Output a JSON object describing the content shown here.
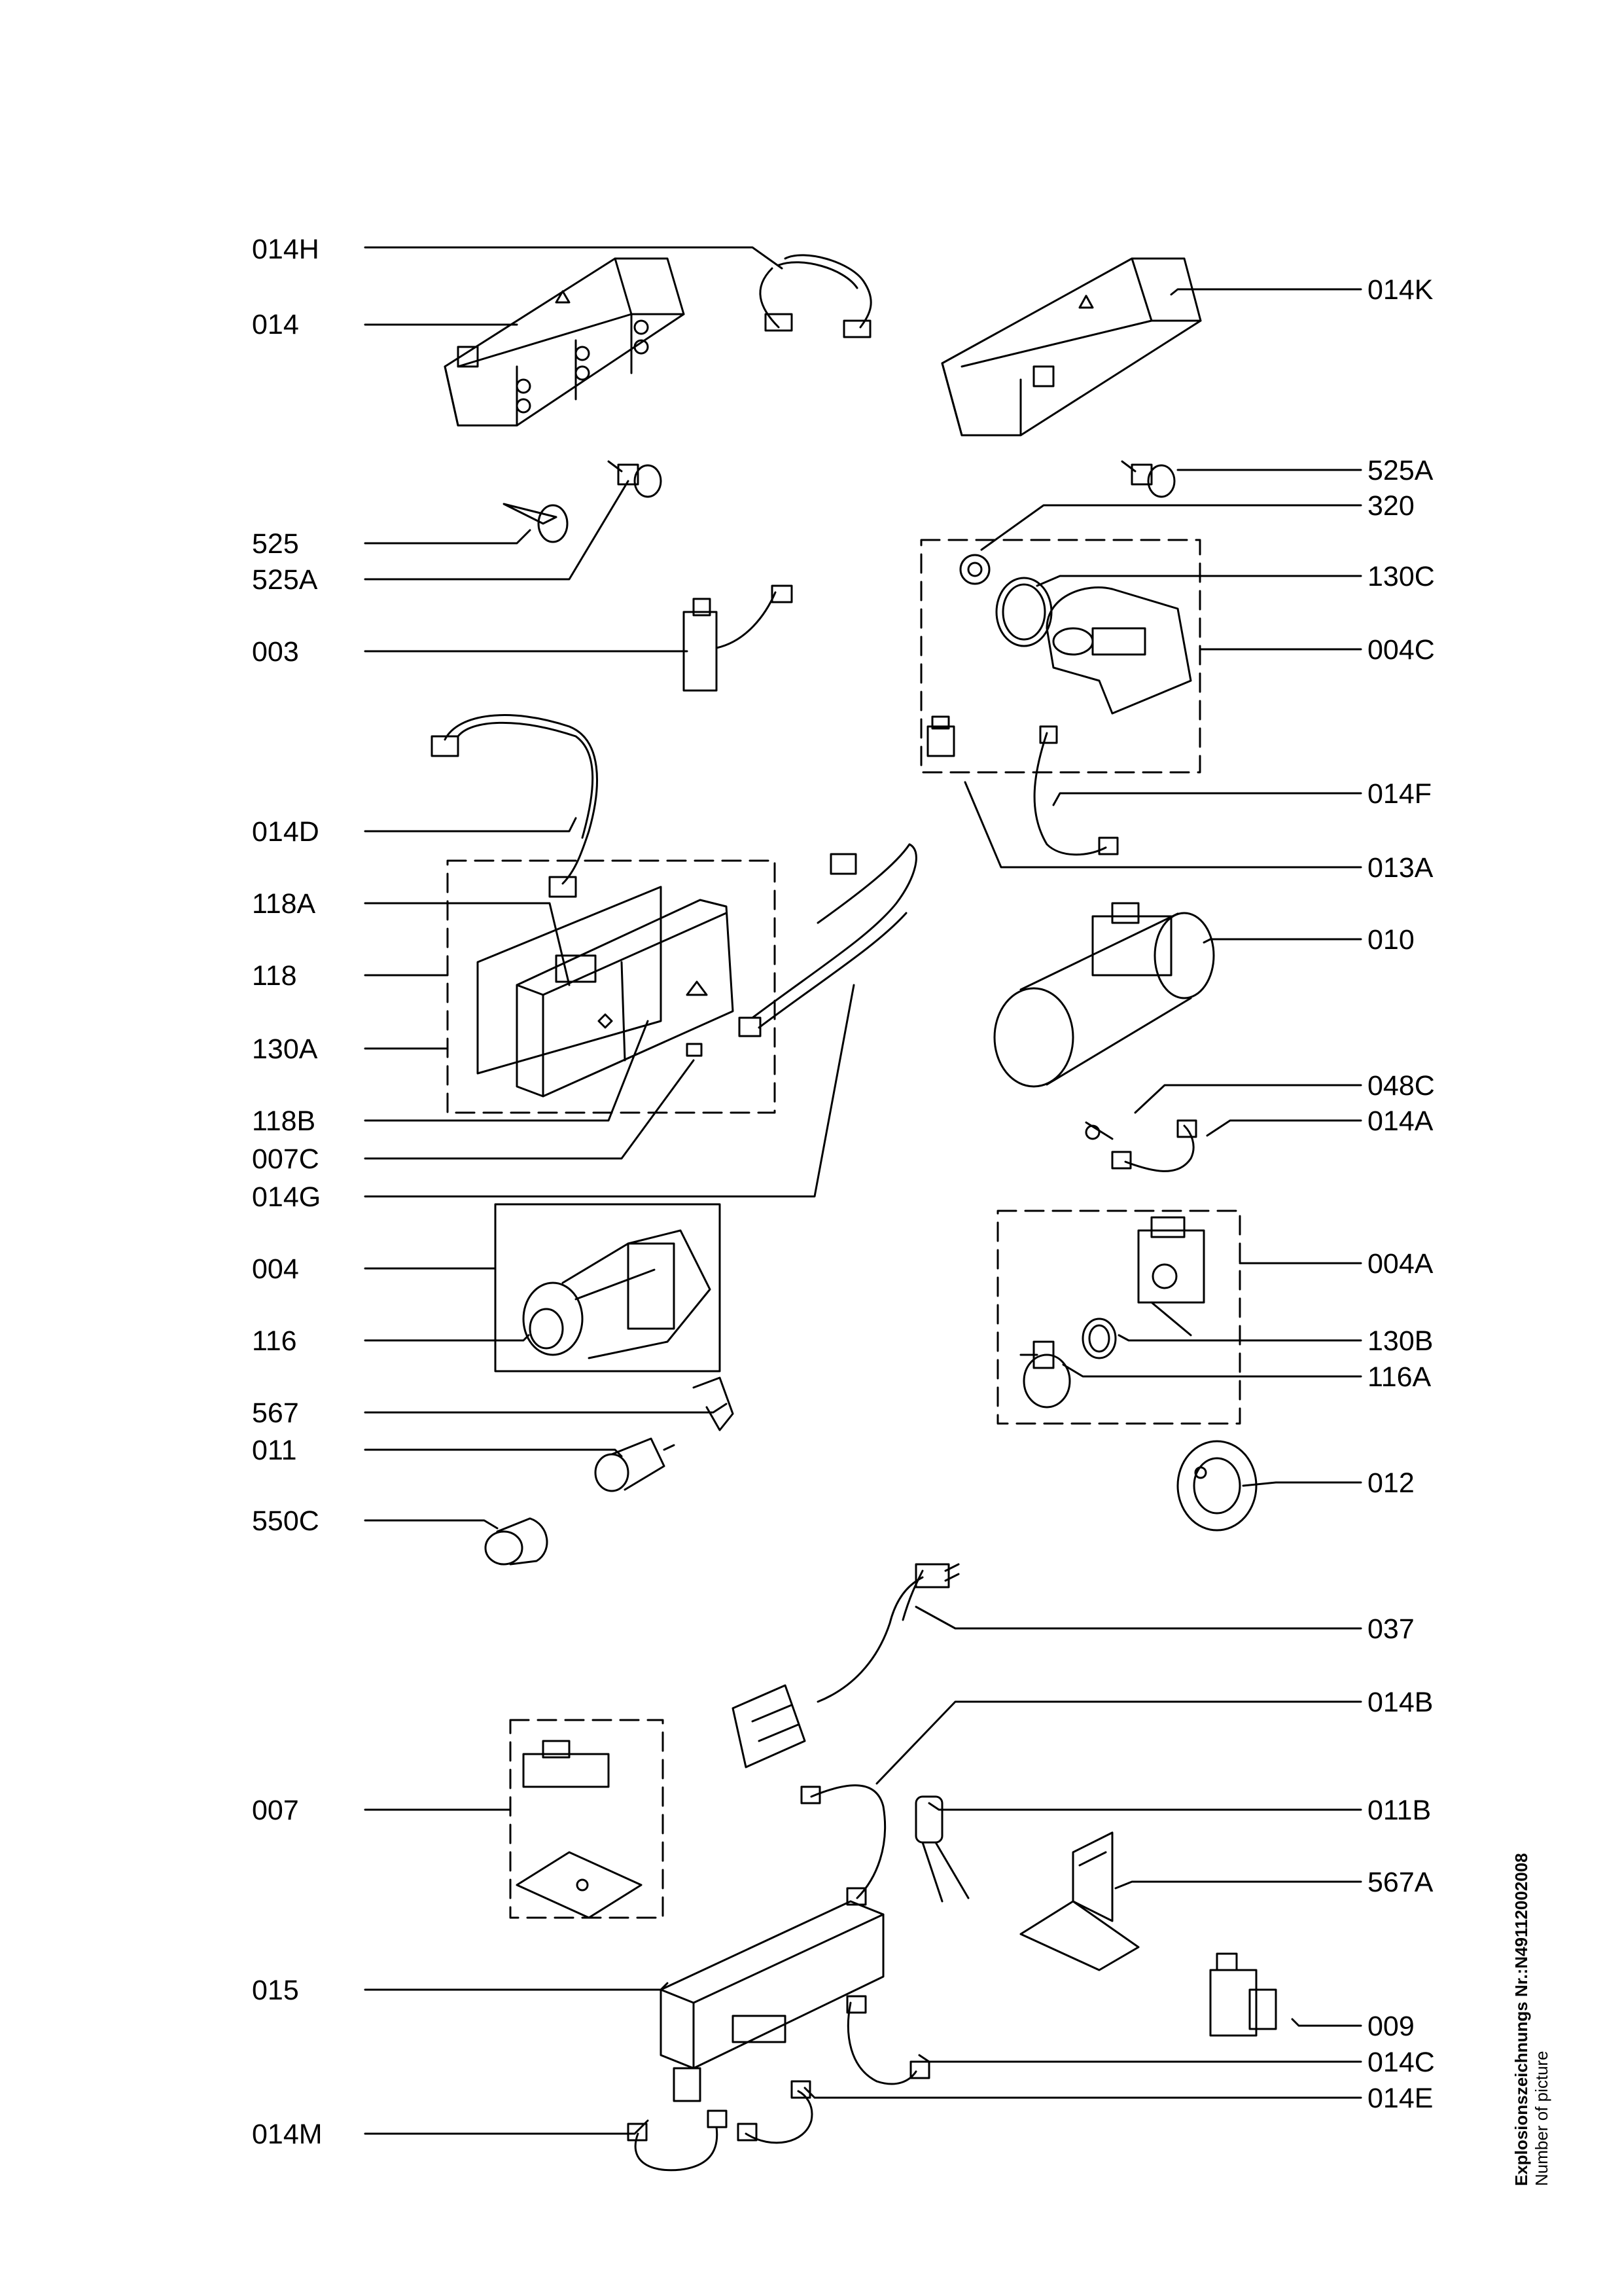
{
  "labels_left": [
    "014H",
    "014",
    "525",
    "525A",
    "003",
    "014D",
    "118A",
    "118",
    "130A",
    "118B",
    "007C",
    "014G",
    "004",
    "116",
    "567",
    "011",
    "550C",
    "007",
    "015",
    "014M"
  ],
  "labels_right": [
    "014K",
    "525A",
    "320",
    "130C",
    "004C",
    "014F",
    "013A",
    "010",
    "048C",
    "014A",
    "004A",
    "130B",
    "116A",
    "012",
    "037",
    "014B",
    "011B",
    "567A",
    "009",
    "014C",
    "014E"
  ],
  "picture_number": {
    "title": "Explosionszeichnungs Nr.:N49112002008",
    "caption": "Number of picture"
  }
}
